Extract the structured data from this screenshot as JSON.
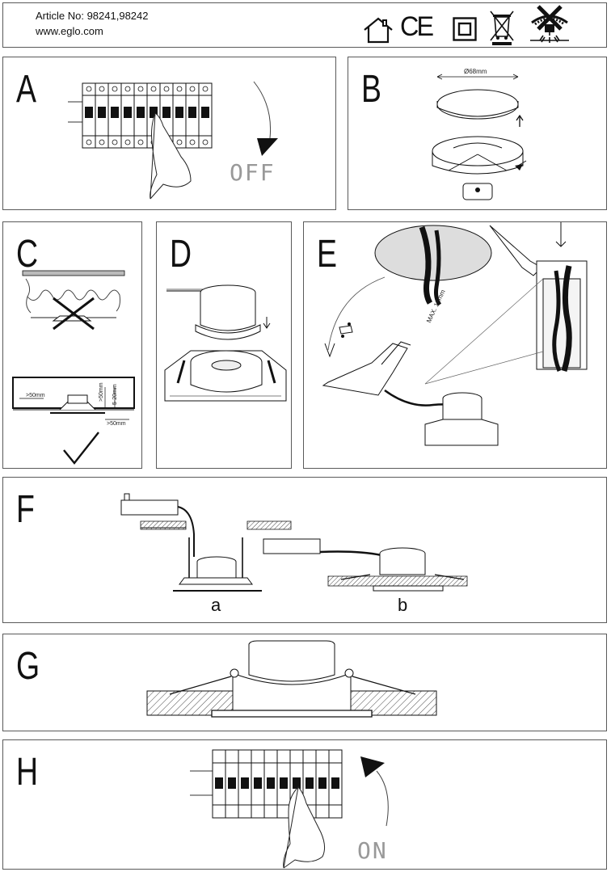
{
  "header": {
    "article_line": "Article No: 98241,98242",
    "website": "www.eglo.com",
    "symbols": [
      "indoor-use-icon",
      "ce-mark-icon",
      "class-ii-icon",
      "weee-bin-icon",
      "no-insulation-cover-icon"
    ],
    "ce_text": "CE"
  },
  "steps": {
    "a": {
      "letter": "A",
      "switch_state": "OFF"
    },
    "b": {
      "letter": "B",
      "diameter": "Ø68mm"
    },
    "c": {
      "letter": "C",
      "dim_side": ">50mm",
      "dim_top": ">50mm",
      "dim_depth": "5-20mm",
      "dim_bottom": ">50mm"
    },
    "d": {
      "letter": "D"
    },
    "e": {
      "letter": "E",
      "strip_length": "MAX. 15mm"
    },
    "f": {
      "letter": "F",
      "variant_a": "a",
      "variant_b": "b"
    },
    "g": {
      "letter": "G"
    },
    "h": {
      "letter": "H",
      "switch_state": "ON"
    }
  },
  "colors": {
    "border": "#5a5a5a",
    "ink": "#111111",
    "hatch": "#444444",
    "faint_text": "#999999"
  }
}
